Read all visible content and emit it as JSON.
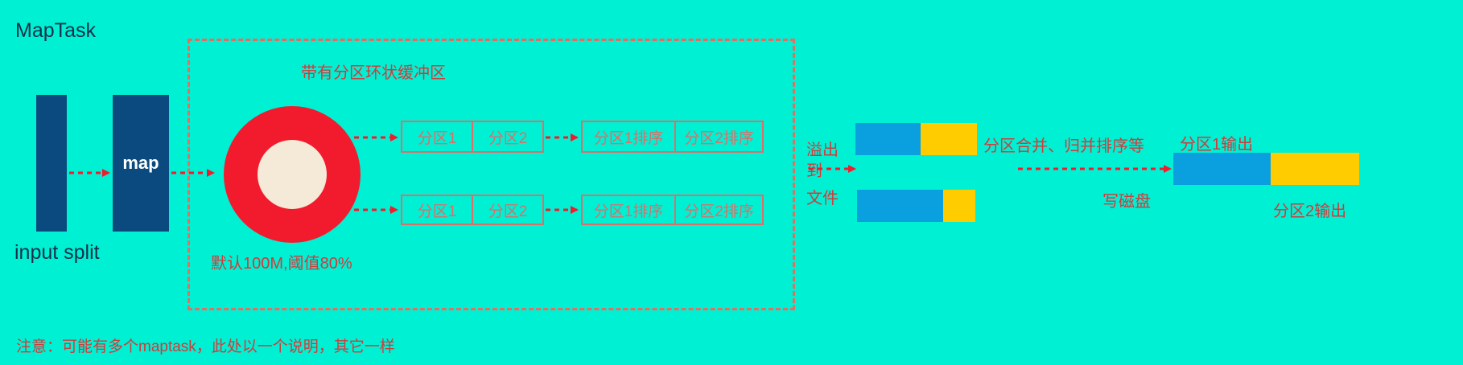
{
  "title": "MapTask",
  "input_split_label": "input split",
  "map_label": "map",
  "buffer": {
    "title": "带有分区环状缓冲区",
    "default_label": "默认100M,阈值80%"
  },
  "rows": [
    {
      "part1": "分区1",
      "part2": "分区2",
      "sort1": "分区1排序",
      "sort2": "分区2排序"
    },
    {
      "part1": "分区1",
      "part2": "分区2",
      "sort1": "分区1排序",
      "sort2": "分区2排序"
    }
  ],
  "spill": {
    "line1": "溢出",
    "line2": "到",
    "line3": "文件"
  },
  "merge_label": "分区合并、归并排序等",
  "write_disk_label": "写磁盘",
  "output": {
    "part1": "分区1输出",
    "part2": "分区2输出"
  },
  "note": "注意：可能有多个maptask，此处以一个说明，其它一样",
  "colors": {
    "background": "#00F0D4",
    "dark_bar": "#0B4A7E",
    "ring_red": "#F21B2D",
    "ring_center": "#F5EAD7",
    "text_red": "#D33A3A",
    "blue_segment": "#0AA0E0",
    "yellow_segment": "#FFCC00"
  }
}
